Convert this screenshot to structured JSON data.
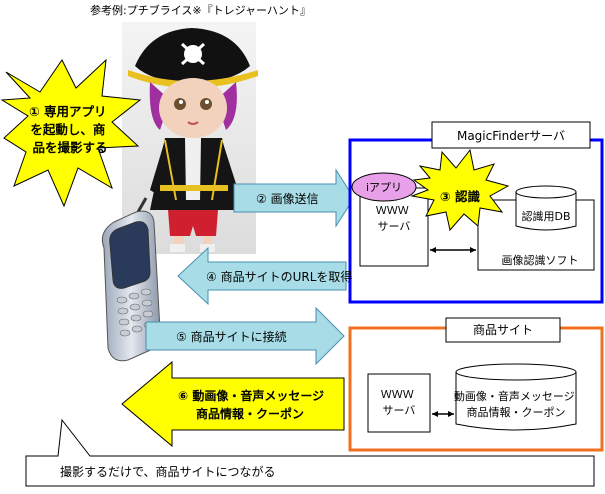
{
  "colors": {
    "star": "#ffff00",
    "arrow_fill": "#a8dce6",
    "arrow_stroke": "#4a8fb0",
    "magic_border": "#0000ff",
    "shop_border": "#f07020",
    "iapp_fill": "#e8a0e8",
    "hat": "#111111",
    "coat": "#151515",
    "gold": "#e8c020",
    "pants": "#d02030"
  },
  "example_caption": "参考例:プチブライス※『トレジャーハント』",
  "step1_text": [
    "① 専用アプリ",
    "を起動し、商",
    "品を撮影する"
  ],
  "step2_label": "② 画像送信",
  "step3_label": "③ 認識",
  "step4_label": "④ 商品サイトのURLを取得",
  "step5_label": "⑤ 商品サイトに接続",
  "step6_text": [
    "⑥ 動画像・音声メッセージ",
    "商品情報・クーポン"
  ],
  "magicfinder": {
    "title": "MagicFinderサーバ",
    "iapp": "iアプリ",
    "www_server": [
      "ＷＷＷ",
      "サーバ"
    ],
    "recognition_db": "認識用DB",
    "recognition_soft": "画像認識ソフト"
  },
  "shop": {
    "title": "商品サイト",
    "www_server": [
      "ＷＷＷ",
      "サーバ"
    ],
    "db": [
      "動画像・音声メッセージ",
      "商品情報・クーポン"
    ]
  },
  "callout": "撮影するだけで、商品サイトにつながる",
  "icons": {
    "doll": "pirate-doll-photo",
    "phone": "mobile-phone-icon"
  }
}
